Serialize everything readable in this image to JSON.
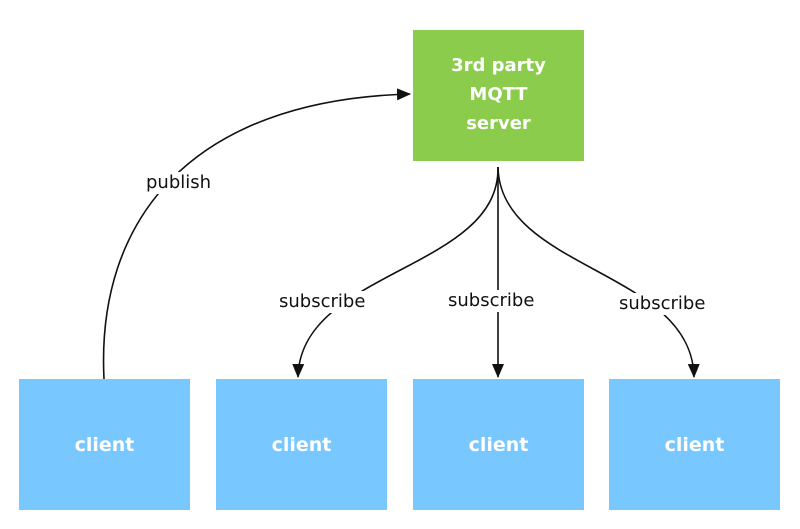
{
  "server": {
    "label": "3rd party\nMQTT\nserver",
    "color": "#8ccc4c"
  },
  "clients": [
    {
      "label": "client"
    },
    {
      "label": "client"
    },
    {
      "label": "client"
    },
    {
      "label": "client"
    }
  ],
  "client_color": "#79c7ff",
  "edges": {
    "publish": "publish",
    "subscribe": [
      "subscribe",
      "subscribe",
      "subscribe"
    ]
  }
}
